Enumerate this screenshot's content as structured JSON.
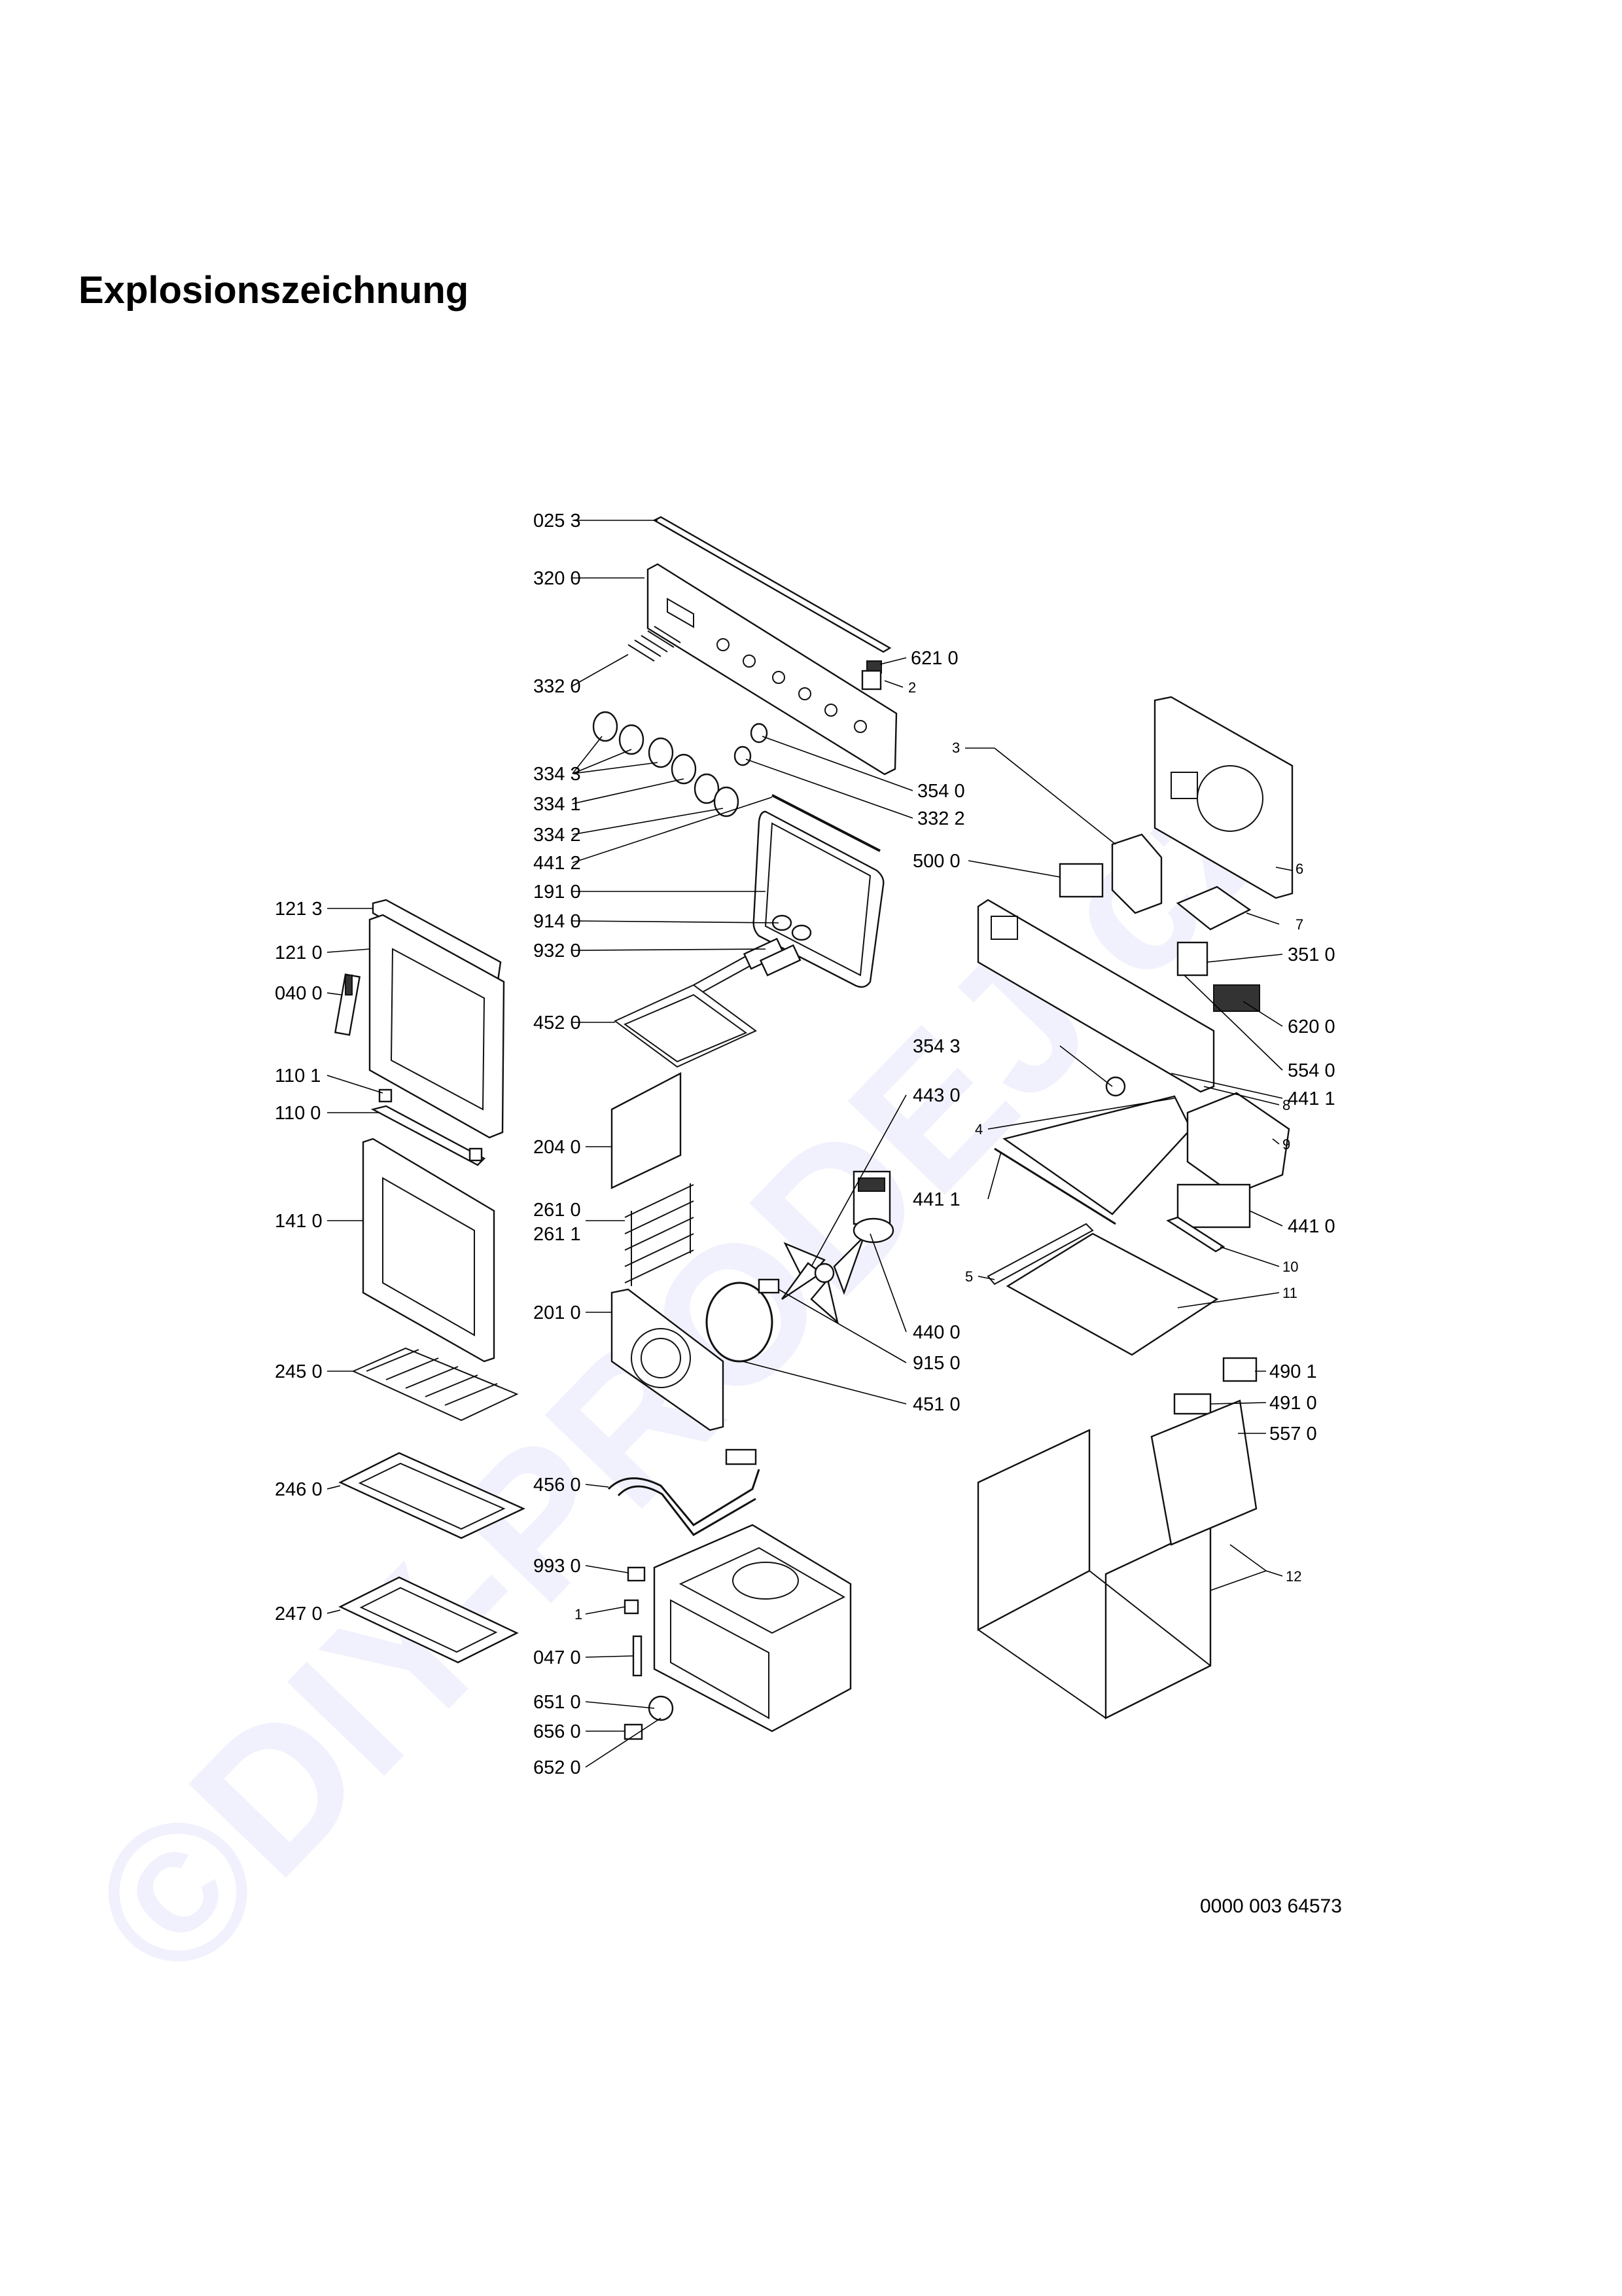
{
  "page": {
    "title": "Explosionszeichnung",
    "document_number": "0000 003 64573"
  },
  "watermark": {
    "text": "©DIY-PRODEJ.cz",
    "color": "#3c3ce6"
  },
  "part_labels": [
    {
      "id": "p0253",
      "text": "025 3"
    },
    {
      "id": "p3200",
      "text": "320 0"
    },
    {
      "id": "p6210",
      "text": "621 0"
    },
    {
      "id": "p2",
      "text": "2"
    },
    {
      "id": "p3320",
      "text": "332 0"
    },
    {
      "id": "p3343",
      "text": "334 3"
    },
    {
      "id": "p3540",
      "text": "354 0"
    },
    {
      "id": "p3322",
      "text": "332 2"
    },
    {
      "id": "p3341",
      "text": "334 1"
    },
    {
      "id": "p3342",
      "text": "334 2"
    },
    {
      "id": "p4412",
      "text": "441 2"
    },
    {
      "id": "p1910",
      "text": "191 0"
    },
    {
      "id": "p9140",
      "text": "914 0"
    },
    {
      "id": "p9320",
      "text": "932 0"
    },
    {
      "id": "p4520",
      "text": "452 0"
    },
    {
      "id": "p1213",
      "text": "121 3"
    },
    {
      "id": "p1210",
      "text": "121 0"
    },
    {
      "id": "p0400",
      "text": "040 0"
    },
    {
      "id": "p1101",
      "text": "110 1"
    },
    {
      "id": "p1100",
      "text": "110 0"
    },
    {
      "id": "p1410",
      "text": "141 0"
    },
    {
      "id": "p2040",
      "text": "204 0"
    },
    {
      "id": "p2610",
      "text": "261 0"
    },
    {
      "id": "p2611",
      "text": "261 1"
    },
    {
      "id": "p2010",
      "text": "201 0"
    },
    {
      "id": "p2450",
      "text": "245 0"
    },
    {
      "id": "p2460",
      "text": "246 0"
    },
    {
      "id": "p2470",
      "text": "247 0"
    },
    {
      "id": "p4560",
      "text": "456 0"
    },
    {
      "id": "p9930",
      "text": "993 0"
    },
    {
      "id": "p1",
      "text": "1"
    },
    {
      "id": "p0470",
      "text": "047 0"
    },
    {
      "id": "p6510",
      "text": "651 0"
    },
    {
      "id": "p6560",
      "text": "656 0"
    },
    {
      "id": "p6520",
      "text": "652 0"
    },
    {
      "id": "p3",
      "text": "3"
    },
    {
      "id": "p5000",
      "text": "500 0"
    },
    {
      "id": "p6",
      "text": "6"
    },
    {
      "id": "p7",
      "text": "7"
    },
    {
      "id": "p3510",
      "text": "351 0"
    },
    {
      "id": "p6200",
      "text": "620 0"
    },
    {
      "id": "p3543",
      "text": "354 3"
    },
    {
      "id": "p5540",
      "text": "554 0"
    },
    {
      "id": "p8",
      "text": "8"
    },
    {
      "id": "p4430",
      "text": "443 0"
    },
    {
      "id": "p4411a",
      "text": "441 1"
    },
    {
      "id": "p4",
      "text": "4"
    },
    {
      "id": "p4411b",
      "text": "441 1"
    },
    {
      "id": "p9",
      "text": "9"
    },
    {
      "id": "p4410",
      "text": "441 0"
    },
    {
      "id": "p5",
      "text": "5"
    },
    {
      "id": "p10",
      "text": "10"
    },
    {
      "id": "p11",
      "text": "11"
    },
    {
      "id": "p4400",
      "text": "440 0"
    },
    {
      "id": "p9150",
      "text": "915 0"
    },
    {
      "id": "p4510",
      "text": "451 0"
    },
    {
      "id": "p4901",
      "text": "490 1"
    },
    {
      "id": "p4910",
      "text": "491 0"
    },
    {
      "id": "p5570",
      "text": "557 0"
    },
    {
      "id": "p12",
      "text": "12"
    }
  ]
}
